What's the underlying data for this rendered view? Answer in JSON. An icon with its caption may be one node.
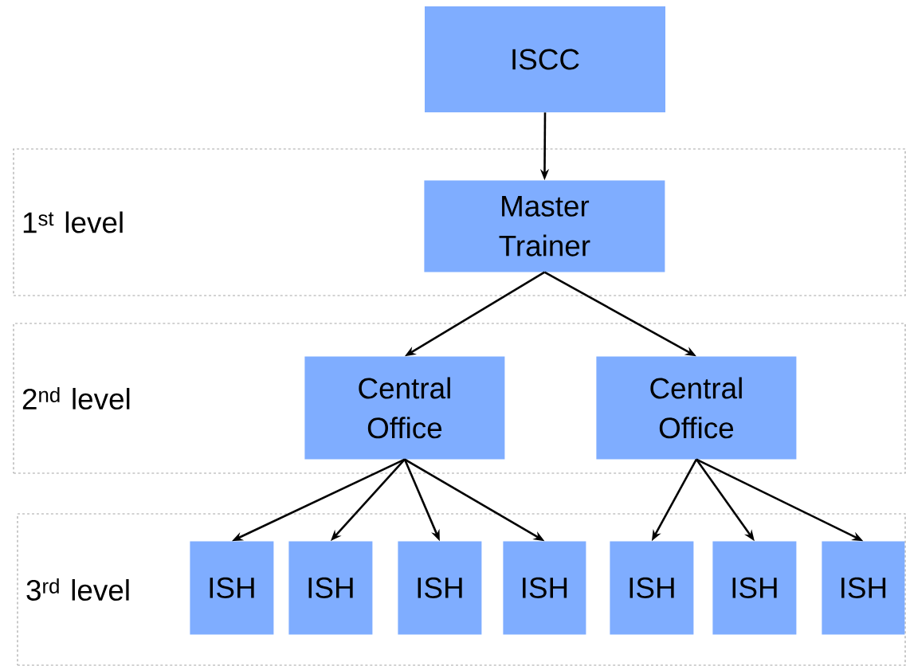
{
  "diagram": {
    "nodes": [
      {
        "text": [
          "ISCC"
        ]
      },
      {
        "text": [
          "1$^{st}$ level"
        ]
      },
      {
        "text": [
          "Master Trainer"
        ],
        "in": 1
      },
      {
        "text": [
          "2$^{nd}$ level"
        ]
      },
      {
        "text": [
          "Central Office"
        ],
        "in": 3
      },
      {
        "text": [
          "Central Office"
        ],
        "in": 3
      },
      {
        "text": [
          "3$^{rd}$ level"
        ]
      },
      {
        "text": [
          "ISH"
        ],
        "in": 6
      },
      {
        "text": [
          "ISH"
        ],
        "in": 6
      },
      {
        "text": [
          "ISH"
        ],
        "in": 6
      },
      {
        "text": [
          "ISH"
        ],
        "in": 6
      },
      {
        "text": [
          "ISH"
        ],
        "in": 6
      },
      {
        "text": [
          "ISH"
        ],
        "in": 6
      },
      {
        "text": [
          "ISH"
        ],
        "in": 6
      }
    ],
    "edges": [
      {
        "from": 0,
        "to": 2,
        "arrow": "to"
      },
      {
        "from": 2,
        "to": 4,
        "arrow": "to"
      },
      {
        "from": 2,
        "to": 5,
        "arrow": "to"
      },
      {
        "from": 4,
        "to": 7,
        "arrow": "to"
      },
      {
        "from": 4,
        "to": 8,
        "arrow": "to"
      },
      {
        "from": 4,
        "to": 9,
        "arrow": "to"
      },
      {
        "from": 4,
        "to": 10,
        "arrow": "to"
      },
      {
        "from": 5,
        "to": 11,
        "arrow": "to"
      },
      {
        "from": 5,
        "to": 12,
        "arrow": "to"
      },
      {
        "from": 5,
        "to": 13,
        "arrow": "to"
      }
    ]
  }
}
